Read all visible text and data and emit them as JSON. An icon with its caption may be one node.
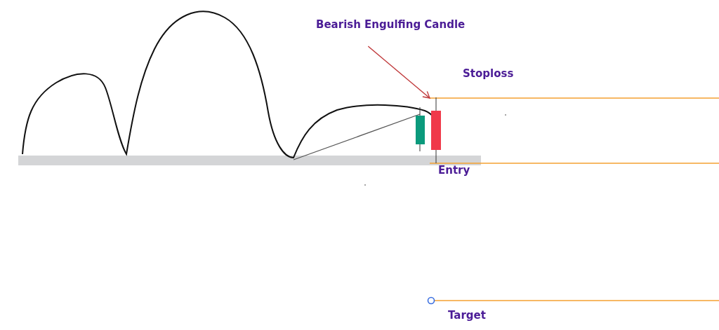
{
  "diagram": {
    "nodes": [
      {
        "text": [
          "Bearish Engulfing Candle"
        ]
      },
      {
        "text": [],
        "shape": "bar"
      }
    ],
    "edges": [
      {
        "from": 0,
        "to": 1,
        "arrow": "to"
      }
    ],
    "labels": [
      "Stoploss",
      "Entry",
      "Target"
    ]
  }
}
